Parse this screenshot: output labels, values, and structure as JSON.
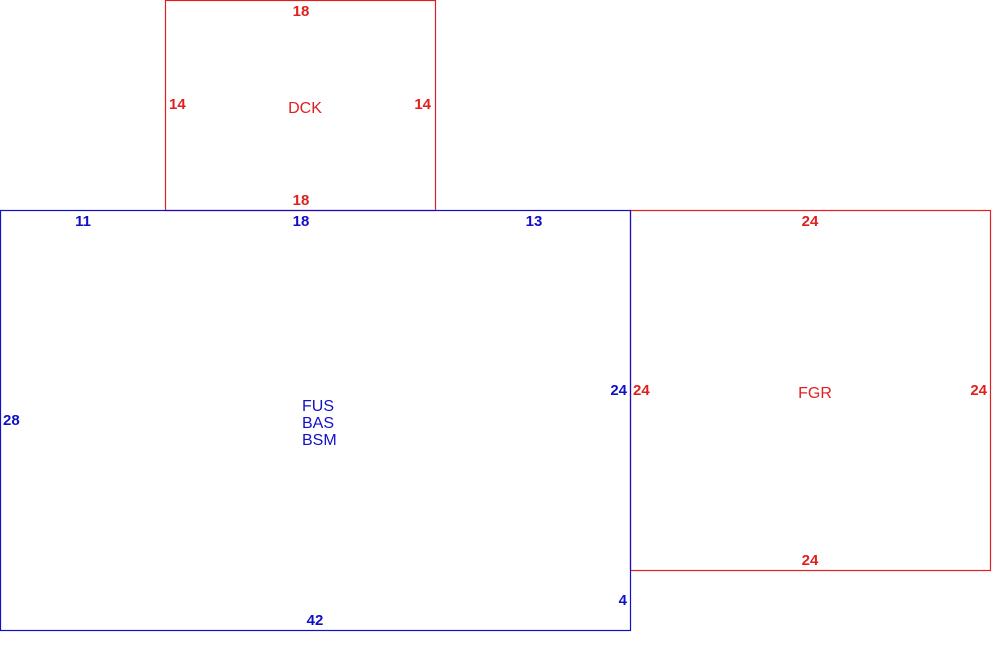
{
  "colors": {
    "main_structure": "#1010c8",
    "addition": "#e02020",
    "background": "#ffffff"
  },
  "shapes": [
    {
      "id": "dck",
      "color": "#e02020",
      "labels": [
        "DCK"
      ],
      "dimensions": {
        "top": "18",
        "left": "14",
        "right": "14",
        "bottom": "18"
      }
    },
    {
      "id": "fgr",
      "color": "#e02020",
      "labels": [
        "FGR"
      ],
      "dimensions": {
        "top": "24",
        "left": "24",
        "right": "24",
        "bottom": "24"
      }
    },
    {
      "id": "main",
      "color": "#1010c8",
      "labels": [
        "FUS",
        "BAS",
        "BSM"
      ],
      "dimensions": {
        "top_left": "11",
        "top_mid": "18",
        "top_right": "13",
        "left": "28",
        "right_upper": "24",
        "right_lower": "4",
        "bottom": "42"
      }
    }
  ]
}
